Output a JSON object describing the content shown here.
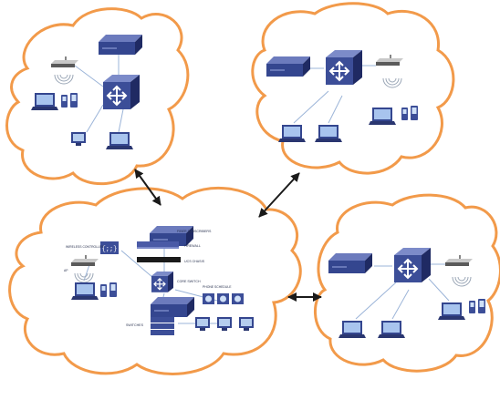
{
  "clouds": [
    {
      "id": "top-left-site"
    },
    {
      "id": "top-right-site"
    },
    {
      "id": "main-site"
    },
    {
      "id": "right-site"
    }
  ],
  "main_site_labels": {
    "fiber": "FIBER SUBSCRIBERS",
    "firewall": "FIREWALL",
    "ucs": "UCS CHASIS",
    "wlc": "WIRELESS CONTROLLER",
    "core_switch": "CORE SWITCH",
    "ap": "AP",
    "phones": "PHONE SCHEDULE",
    "switches": "SWITCHES"
  },
  "colors": {
    "cloud_stroke": "#f29a4a",
    "device_fill": "#3c4e98",
    "device_dark": "#25316b",
    "arrow": "#1a1a1a",
    "link": "#9bb4d8"
  }
}
